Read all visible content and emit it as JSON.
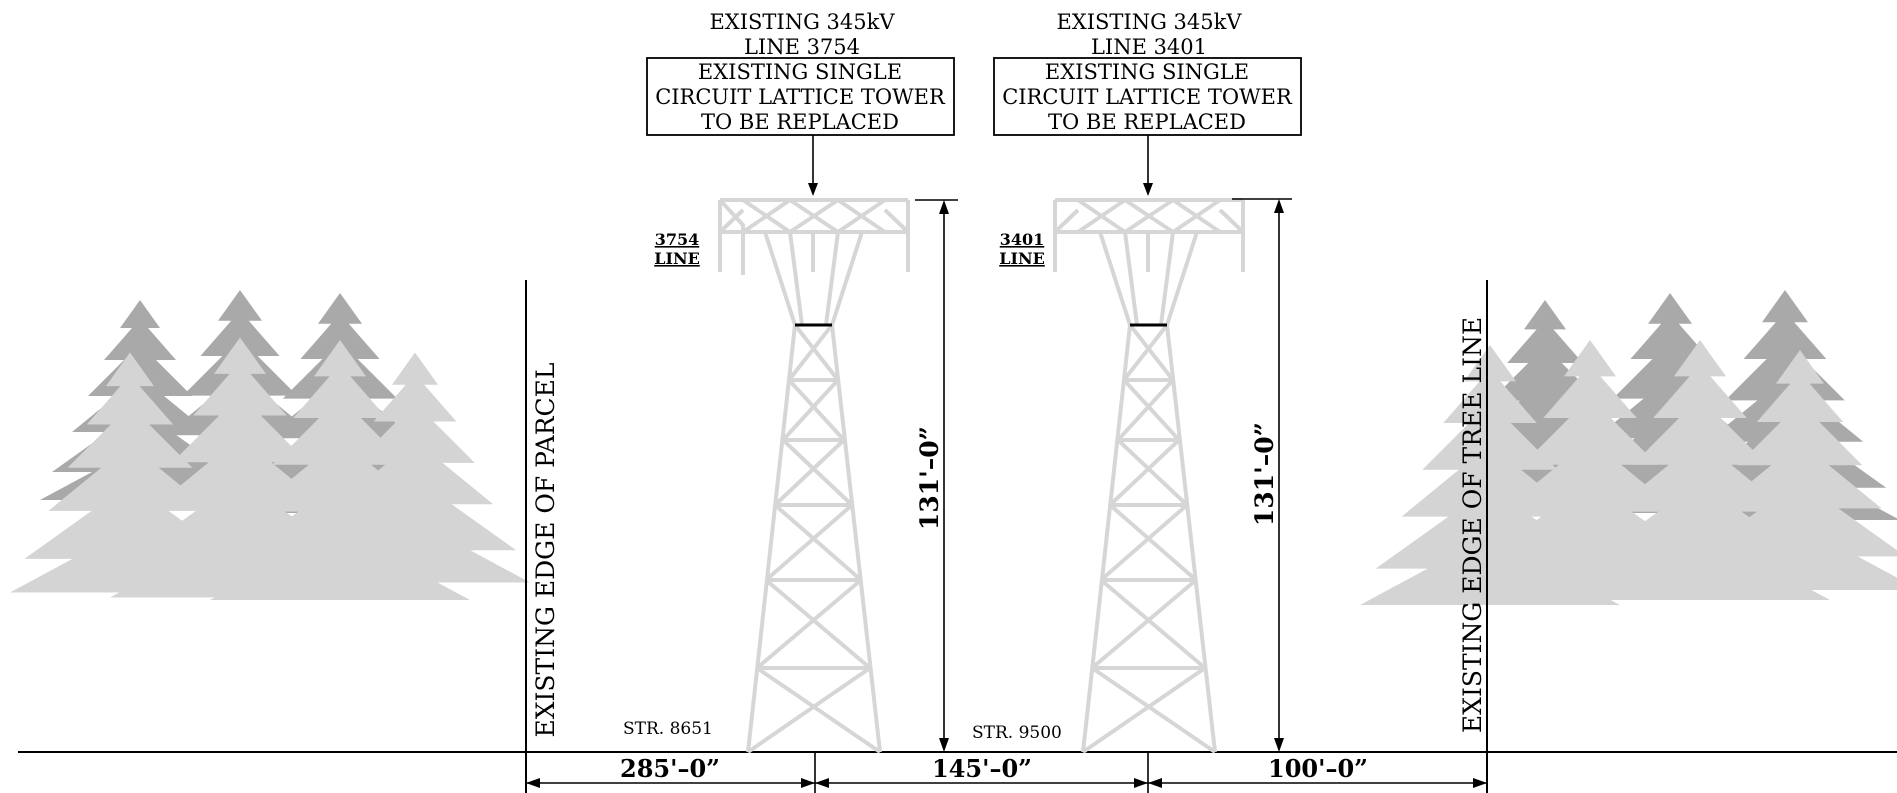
{
  "towers": [
    {
      "title_line1": "EXISTING 345kV",
      "title_line2": "LINE 3754",
      "box_line1": "EXISTING SINGLE",
      "box_line2": "CIRCUIT LATTICE TOWER",
      "box_line3": "TO BE REPLACED",
      "side_label_top": "3754",
      "side_label_bottom": "LINE",
      "structure": "STR. 8651",
      "height": "131'–0”"
    },
    {
      "title_line1": "EXISTING 345kV",
      "title_line2": "LINE 3401",
      "box_line1": "EXISTING SINGLE",
      "box_line2": "CIRCUIT LATTICE TOWER",
      "box_line3": "TO BE REPLACED",
      "side_label_top": "3401",
      "side_label_bottom": "LINE",
      "structure": "STR. 9500",
      "height": "131'–0”"
    }
  ],
  "edges": {
    "left": "EXISTING EDGE OF PARCEL",
    "right": "EXISTING EDGE OF TREE LINE"
  },
  "spans": [
    "285'–0”",
    "145'–0”",
    "100'–0”"
  ],
  "colors": {
    "tree_dark": "#a9a9a9",
    "tree_light": "#d4d4d4",
    "tower": "#d6d6d6",
    "ink": "#000000"
  }
}
